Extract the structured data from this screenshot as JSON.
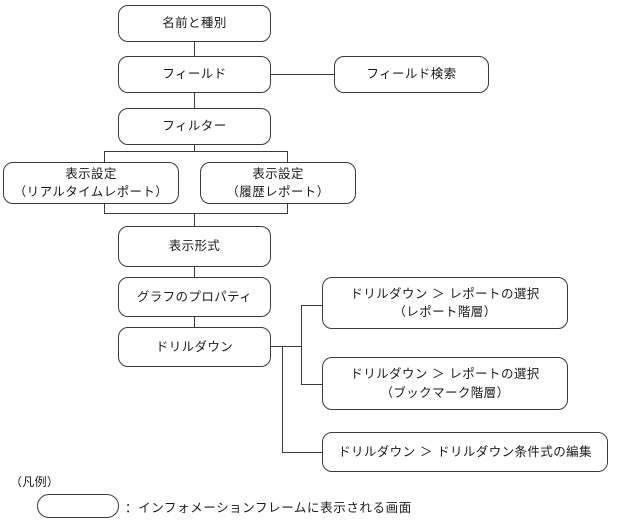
{
  "diagram": {
    "type": "flowchart",
    "title": "",
    "nodes": [
      {
        "id": "name-and-type",
        "label_lines": [
          "名前と種別"
        ]
      },
      {
        "id": "field",
        "label_lines": [
          "フィールド"
        ]
      },
      {
        "id": "field-search",
        "label_lines": [
          "フィールド検索"
        ]
      },
      {
        "id": "filter",
        "label_lines": [
          "フィルター"
        ]
      },
      {
        "id": "display-realtime",
        "label_lines": [
          "表示設定",
          "（リアルタイムレポート）"
        ]
      },
      {
        "id": "display-history",
        "label_lines": [
          "表示設定",
          "（履歴レポート）"
        ]
      },
      {
        "id": "display-format",
        "label_lines": [
          "表示形式"
        ]
      },
      {
        "id": "graph-properties",
        "label_lines": [
          "グラフのプロパティ"
        ]
      },
      {
        "id": "drilldown",
        "label_lines": [
          "ドリルダウン"
        ]
      },
      {
        "id": "drilldown-report-select-report-hierarchy",
        "label_lines": [
          "ドリルダウン ＞ レポートの選択",
          "（レポート階層）"
        ]
      },
      {
        "id": "drilldown-report-select-bookmark-hierarchy",
        "label_lines": [
          "ドリルダウン ＞ レポートの選択",
          "（ブックマーク階層）"
        ]
      },
      {
        "id": "drilldown-condition-edit",
        "label_lines": [
          "ドリルダウン ＞ ドリルダウン条件式の編集"
        ]
      }
    ]
  },
  "legend": {
    "title": "（凡例）",
    "description": "：インフォメーションフレームに表示される画面"
  },
  "colors": {
    "stroke": "#3a3a3a",
    "text": "#1a1a1a",
    "background": "#ffffff"
  }
}
